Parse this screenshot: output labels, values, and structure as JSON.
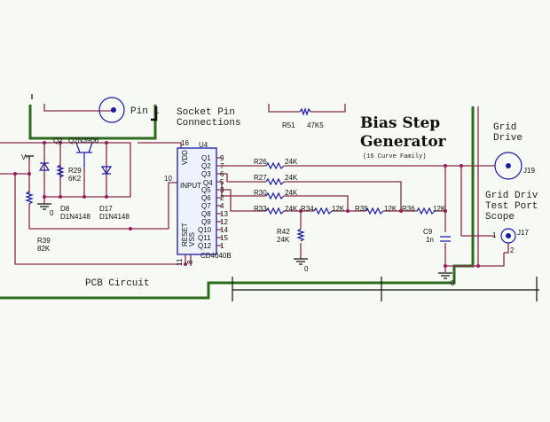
{
  "title": {
    "line1": "Bias Step",
    "line2": "Generator",
    "subtitle": "(16 Curve Family)"
  },
  "notes": {
    "socket_pin": "Socket Pin",
    "connections": "Connections",
    "pin1": "Pin",
    "pin1_num": "1",
    "pcb": "PCB Circuit",
    "grid_drive_1": "Grid",
    "grid_drive_2": "Drive",
    "test_port_1": "Grid Driv",
    "test_port_2": "Test Port",
    "test_port_3": "Scope"
  },
  "components": {
    "r51": {
      "ref": "R51",
      "value": "47K5"
    },
    "q2": {
      "ref": "Q2",
      "value": "Q2N3906"
    },
    "r29": {
      "ref": "R29",
      "value": "6K2"
    },
    "d8": {
      "ref": "D8",
      "value": "D1N4148"
    },
    "d17": {
      "ref": "D17",
      "value": "D1N4148"
    },
    "r39": {
      "ref": "R39",
      "value": "82K"
    },
    "vminus": "V-",
    "gnd": "0",
    "u4": {
      "ref": "U4",
      "part": "CD4040B",
      "left_pins": [
        "VDD",
        "INPUT",
        "RESET",
        "VSS"
      ],
      "outputs": [
        "Q1",
        "Q2",
        "Q3",
        "Q4",
        "Q5",
        "Q6",
        "Q7",
        "Q8",
        "Q9",
        "Q10",
        "Q11",
        "Q12"
      ],
      "output_pin_numbers": [
        "9",
        "7",
        "6",
        "5",
        "3",
        "2",
        "4",
        "13",
        "12",
        "14",
        "15",
        "1"
      ],
      "vdd_pin": "16",
      "input_pin": "10",
      "reset_pin": "11",
      "vss_pin": "8"
    },
    "r26": {
      "ref": "R26",
      "value": "24K"
    },
    "r27": {
      "ref": "R27",
      "value": "24K"
    },
    "r30": {
      "ref": "R30",
      "value": "24K"
    },
    "r33": {
      "ref": "R33",
      "value": "24K"
    },
    "r34": {
      "ref": "R34",
      "value": "12K"
    },
    "r35": {
      "ref": "R35",
      "value": "12K"
    },
    "r36": {
      "ref": "R36",
      "value": "12K"
    },
    "r42": {
      "ref": "R42",
      "value": "24K"
    },
    "c9": {
      "ref": "C9",
      "value": "1n"
    },
    "j19": {
      "ref": "J19"
    },
    "j17": {
      "ref": "J17",
      "pin1": "1",
      "pin2": "2"
    }
  }
}
